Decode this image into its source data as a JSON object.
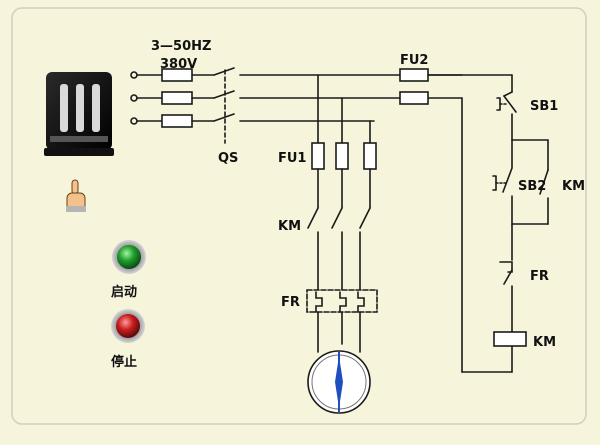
{
  "supply": {
    "phases": "3—50HZ",
    "voltage": "380V"
  },
  "labels": {
    "qs": "QS",
    "fu1": "FU1",
    "fu2": "FU2",
    "km_main": "KM",
    "fr_main": "FR",
    "sb1": "SB1",
    "sb2": "SB2",
    "km_hold": "KM",
    "fr_ctrl": "FR",
    "km_coil": "KM"
  },
  "buttons": {
    "start": "启动",
    "stop": "停止"
  },
  "colors": {
    "background": "#f7f4dc",
    "line": "#1a1a1a",
    "start_button": "#1f9e2c",
    "stop_button": "#c81d1d",
    "motor_axis": "#1f4fbf"
  },
  "icons": [
    "switch-handle-icon",
    "pointing-hand-icon",
    "motor-icon"
  ]
}
